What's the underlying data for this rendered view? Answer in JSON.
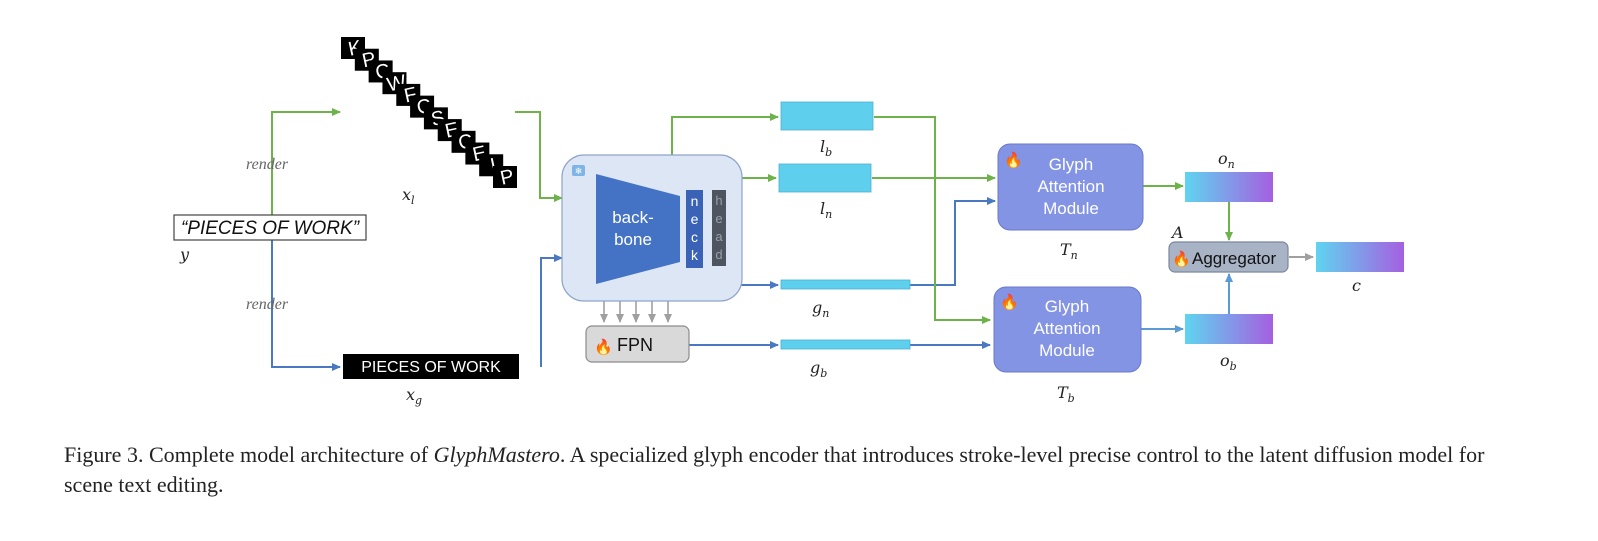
{
  "input_text": "“PIECES OF WORK”",
  "glyph_text": "PIECES OF WORK",
  "render_label_top": "render",
  "render_label_bottom": "render",
  "labels": {
    "y": "y",
    "x_l": "x",
    "x_l_sub": "l",
    "x_g": "x",
    "x_g_sub": "g",
    "l_b": "l",
    "l_b_sub": "b",
    "l_n": "l",
    "l_n_sub": "n",
    "g_n": "g",
    "g_n_sub": "n",
    "g_b": "g",
    "g_b_sub": "b",
    "T_n": "T",
    "T_n_sub": "n",
    "T_b": "T",
    "T_b_sub": "b",
    "o_n": "o",
    "o_n_sub": "n",
    "o_b": "o",
    "o_b_sub": "b",
    "A": "A",
    "c": "c"
  },
  "backbone": {
    "line1": "back-",
    "line2": "bone"
  },
  "neck": [
    "n",
    "e",
    "c",
    "k"
  ],
  "head": [
    "h",
    "e",
    "a",
    "d"
  ],
  "fpn_label": "FPN",
  "glyph_module_lines": [
    "Glyph",
    "Attention",
    "Module"
  ],
  "aggregator_label": "Aggregator",
  "fire_icon": "🔥",
  "letter_tiles": [
    "K",
    "P",
    "C",
    "W",
    "F",
    "C",
    "S",
    "E",
    "C",
    "E",
    "I",
    "P"
  ],
  "caption": {
    "prefix": "Figure 3. Complete model architecture of ",
    "model": "GlyphMastero",
    "suffix": ". A specialized glyph encoder that introduces stroke-level precise control to the latent diffusion model for scene text editing."
  },
  "colors": {
    "green": "#6db24b",
    "blue": "#4a78c2",
    "backbone": "#4472c4",
    "container": "#dde6f5",
    "feature": "#5fcfee",
    "module": "#8494e4",
    "gray": "#a0a0a0"
  }
}
